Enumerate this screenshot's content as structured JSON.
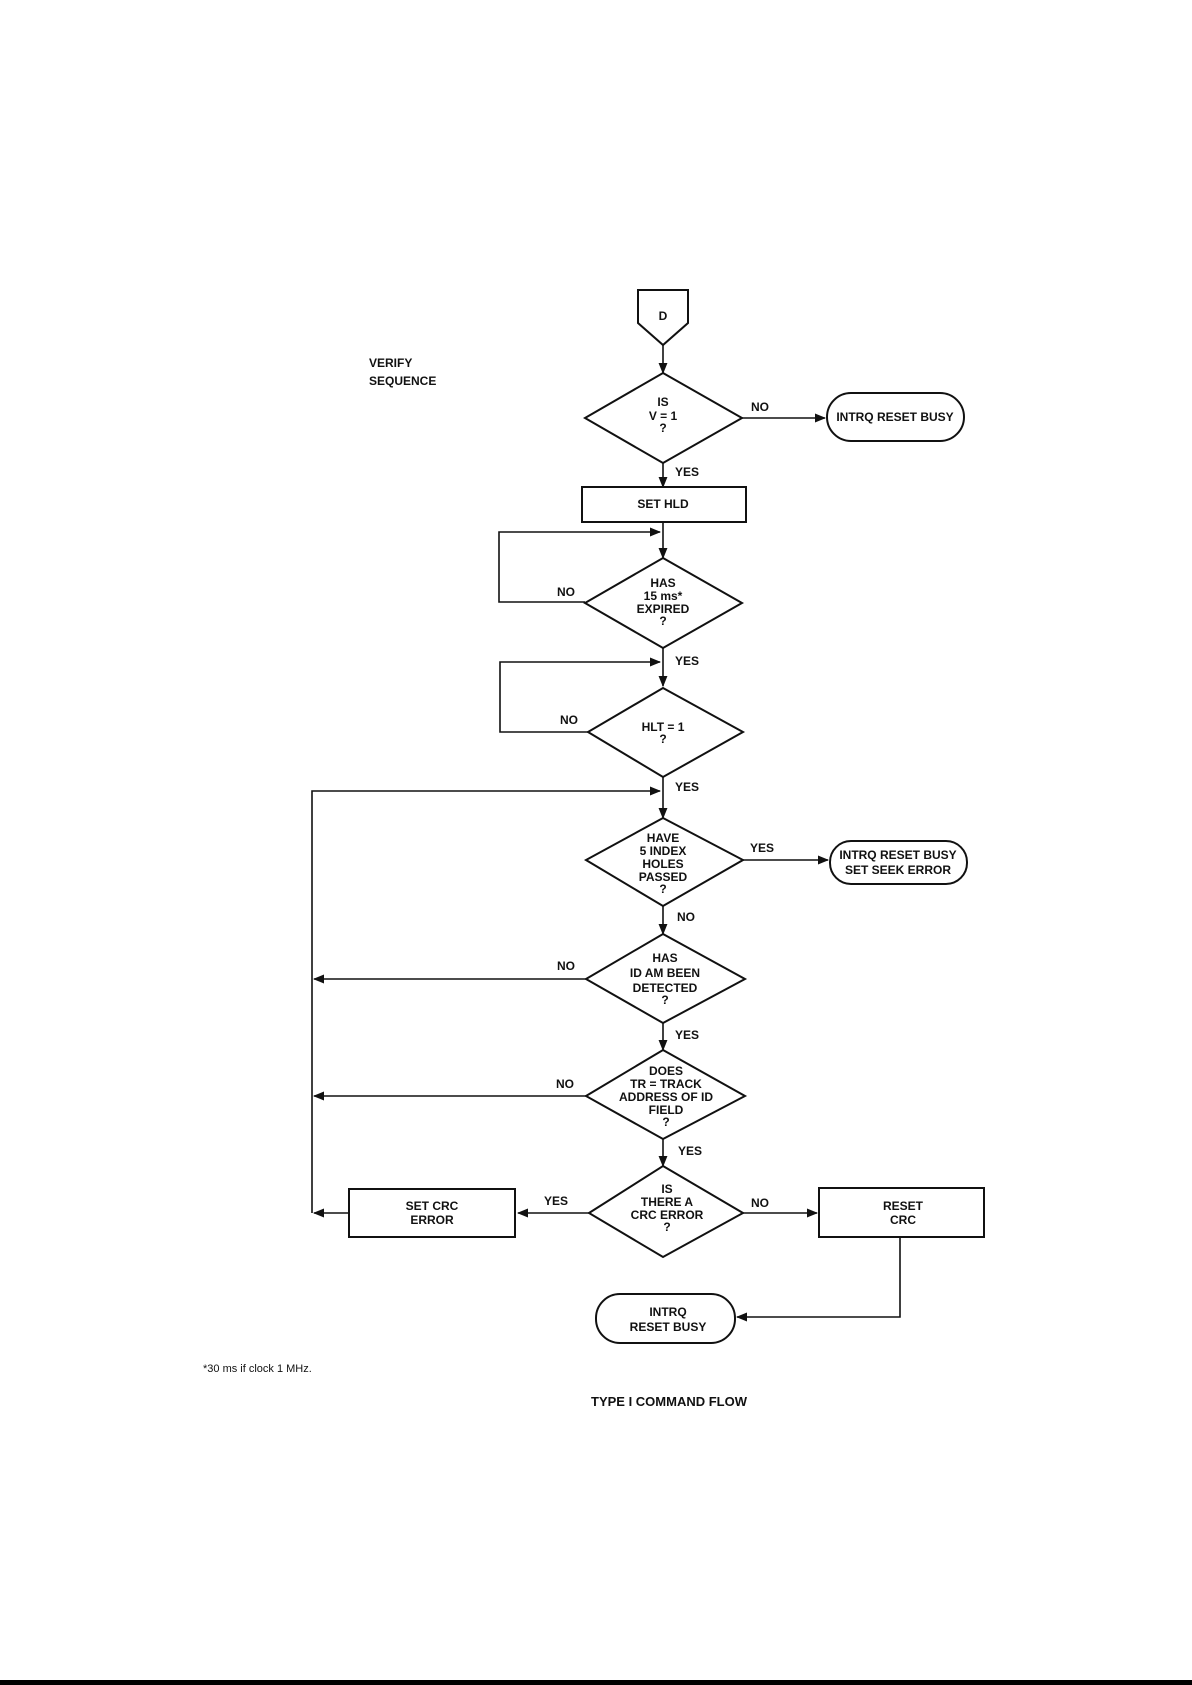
{
  "side_label": [
    "VERIFY",
    "SEQUENCE"
  ],
  "connector": "D",
  "nodes": {
    "is_v1": [
      "IS",
      "V = 1",
      "?"
    ],
    "end_v0": [
      "INTRQ RESET BUSY"
    ],
    "set_hld": [
      "SET HLD"
    ],
    "has_15ms": [
      "HAS",
      "15 ms*",
      "EXPIRED",
      "?"
    ],
    "hlt_1": [
      "HLT = 1",
      "?"
    ],
    "have_5_index": [
      "HAVE",
      "5 INDEX",
      "HOLES",
      "PASSED",
      "?"
    ],
    "end_seek_error": [
      "INTRQ RESET BUSY",
      "SET SEEK ERROR"
    ],
    "has_id_am": [
      "HAS",
      "ID AM BEEN",
      "DETECTED",
      "?"
    ],
    "does_tr_track": [
      "DOES",
      "TR = TRACK",
      "ADDRESS OF ID",
      "FIELD",
      "?"
    ],
    "is_crc_error": [
      "IS",
      "THERE A",
      "CRC ERROR",
      "?"
    ],
    "set_crc_error": [
      "SET CRC",
      "ERROR"
    ],
    "reset_crc": [
      "RESET",
      "CRC"
    ],
    "end_final": [
      "INTRQ",
      "RESET BUSY"
    ]
  },
  "edge_labels": {
    "v1_no": "NO",
    "v1_yes": "YES",
    "ms_no": "NO",
    "ms_yes": "YES",
    "hlt_no": "NO",
    "hlt_yes": "YES",
    "idx_yes": "YES",
    "idx_no": "NO",
    "idam_no": "NO",
    "idam_yes": "YES",
    "track_no": "NO",
    "track_yes": "YES",
    "crc_yes": "YES",
    "crc_no": "NO"
  },
  "footnote": "*30 ms if clock   1 MHz.",
  "caption": "TYPE I COMMAND FLOW"
}
